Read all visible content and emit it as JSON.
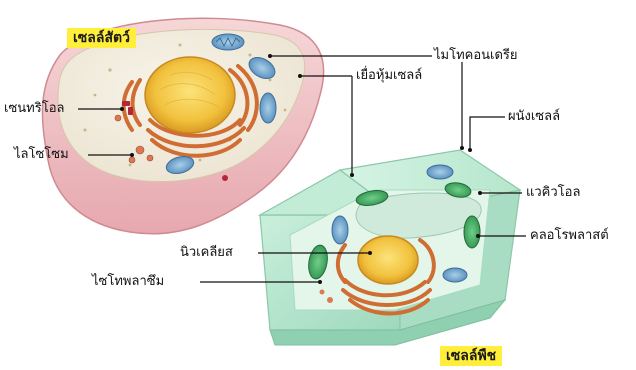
{
  "titles": {
    "animal_cell": "เซลล์สัตว์",
    "plant_cell": "เซลล์พืช"
  },
  "labels": {
    "mitochondria": "ไมโทคอนเดรีย",
    "cell_membrane": "เยื่อหุ้มเซลล์",
    "cell_wall": "ผนังเซลล์",
    "centriole": "เซนทริโอล",
    "lysosome": "ไลโซโซม",
    "vacuole": "แวคิวโอล",
    "chloroplast": "คลอโรพลาสต์",
    "nucleus": "นิวเคลียส",
    "cytoplasm": "ไซโทพลาซึม"
  },
  "colors": {
    "title_badge": "#ffef3a",
    "animal_membrane": "#f2c9cc",
    "animal_cytoplasm": "#f4f0e6",
    "nucleus": "#f5c84a",
    "golgi_er": "#d9773a",
    "mitochondria": "#6fa6cf",
    "plant_wall": "#b8e6cf",
    "plant_cytoplasm": "#d9f1e4",
    "chloroplast": "#3fae63",
    "vacuole": "#cde8d8",
    "leader_line": "#111111"
  }
}
